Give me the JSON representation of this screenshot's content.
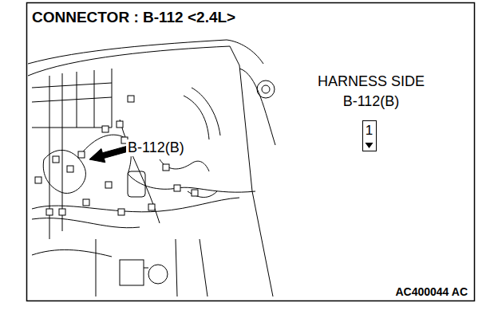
{
  "diagram": {
    "title": "CONNECTOR : B-112 <2.4L>",
    "nodes": [
      {
        "text": [
          "1"
        ]
      }
    ],
    "labels": [
      "HARNESS SIDE",
      "B-112(B)",
      "B-112(B)",
      "AC400044 AC"
    ]
  }
}
